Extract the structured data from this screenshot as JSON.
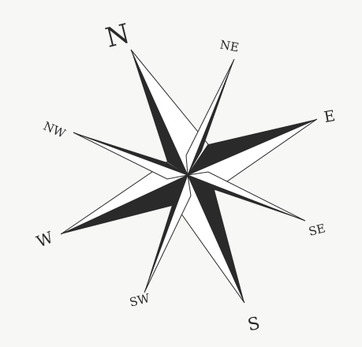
{
  "compass": {
    "directions": [
      {
        "key": "n",
        "label": "N"
      },
      {
        "key": "ne",
        "label": "NE"
      },
      {
        "key": "e",
        "label": "E"
      },
      {
        "key": "se",
        "label": "SE"
      },
      {
        "key": "s",
        "label": "S"
      },
      {
        "key": "sw",
        "label": "SW"
      },
      {
        "key": "w",
        "label": "W"
      },
      {
        "key": "nw",
        "label": "NW"
      }
    ],
    "colors": {
      "ink": "#2a2a2a",
      "paper": "#ffffff",
      "background": "#f7f7f5"
    }
  }
}
